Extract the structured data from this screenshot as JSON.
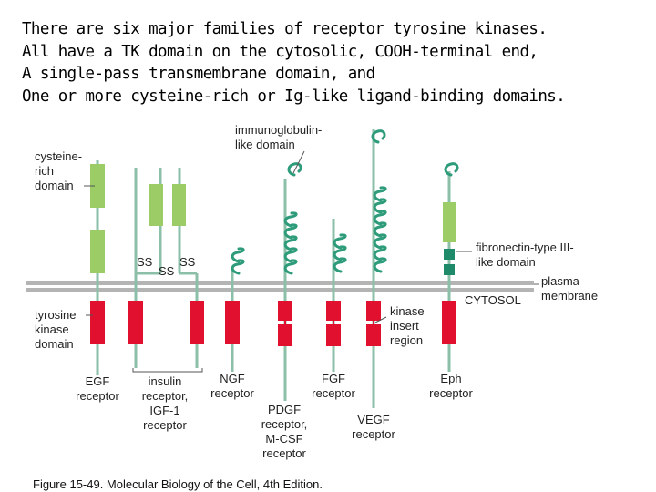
{
  "heading": {
    "lines": [
      "There are six major families of receptor tyrosine kinases.",
      "All have a TK domain on the cytosolic, COOH-terminal end,",
      "A single-pass transmembrane domain, and",
      "One or more cysteine-rich or Ig-like ligand-binding domains."
    ]
  },
  "labels": {
    "cysteine_rich": [
      "cysteine-",
      "rich",
      "domain"
    ],
    "immunoglobulin": [
      "immunoglobulin-",
      "like domain"
    ],
    "ss": "SS",
    "fibronectin": [
      "fibronectin-type III-",
      "like domain"
    ],
    "plasma_membrane": [
      "plasma",
      "membrane"
    ],
    "cytosol": "CYTOSOL",
    "tyrosine_kinase": [
      "tyrosine",
      "kinase",
      "domain"
    ],
    "kinase_insert": [
      "kinase",
      "insert",
      "region"
    ]
  },
  "receptors": {
    "egf": [
      "EGF",
      "receptor"
    ],
    "insulin": [
      "insulin",
      "receptor,",
      "IGF-1",
      "receptor"
    ],
    "ngf": [
      "NGF",
      "receptor"
    ],
    "pdgf": [
      "PDGF",
      "receptor,",
      "M-CSF",
      "receptor"
    ],
    "fgf": [
      "FGF",
      "receptor"
    ],
    "vegf": [
      "VEGF",
      "receptor"
    ],
    "eph": [
      "Eph",
      "receptor"
    ]
  },
  "caption": "Figure 15-49. Molecular Biology of the Cell, 4th Edition.",
  "colors": {
    "kinase": "#e0102e",
    "cysteine": "#9ccc65",
    "ig_loop": "#2e9c7a",
    "fibronectin": "#1e8a6a",
    "membrane": "#b4b4b4",
    "stalk": "#8cbfa8"
  }
}
